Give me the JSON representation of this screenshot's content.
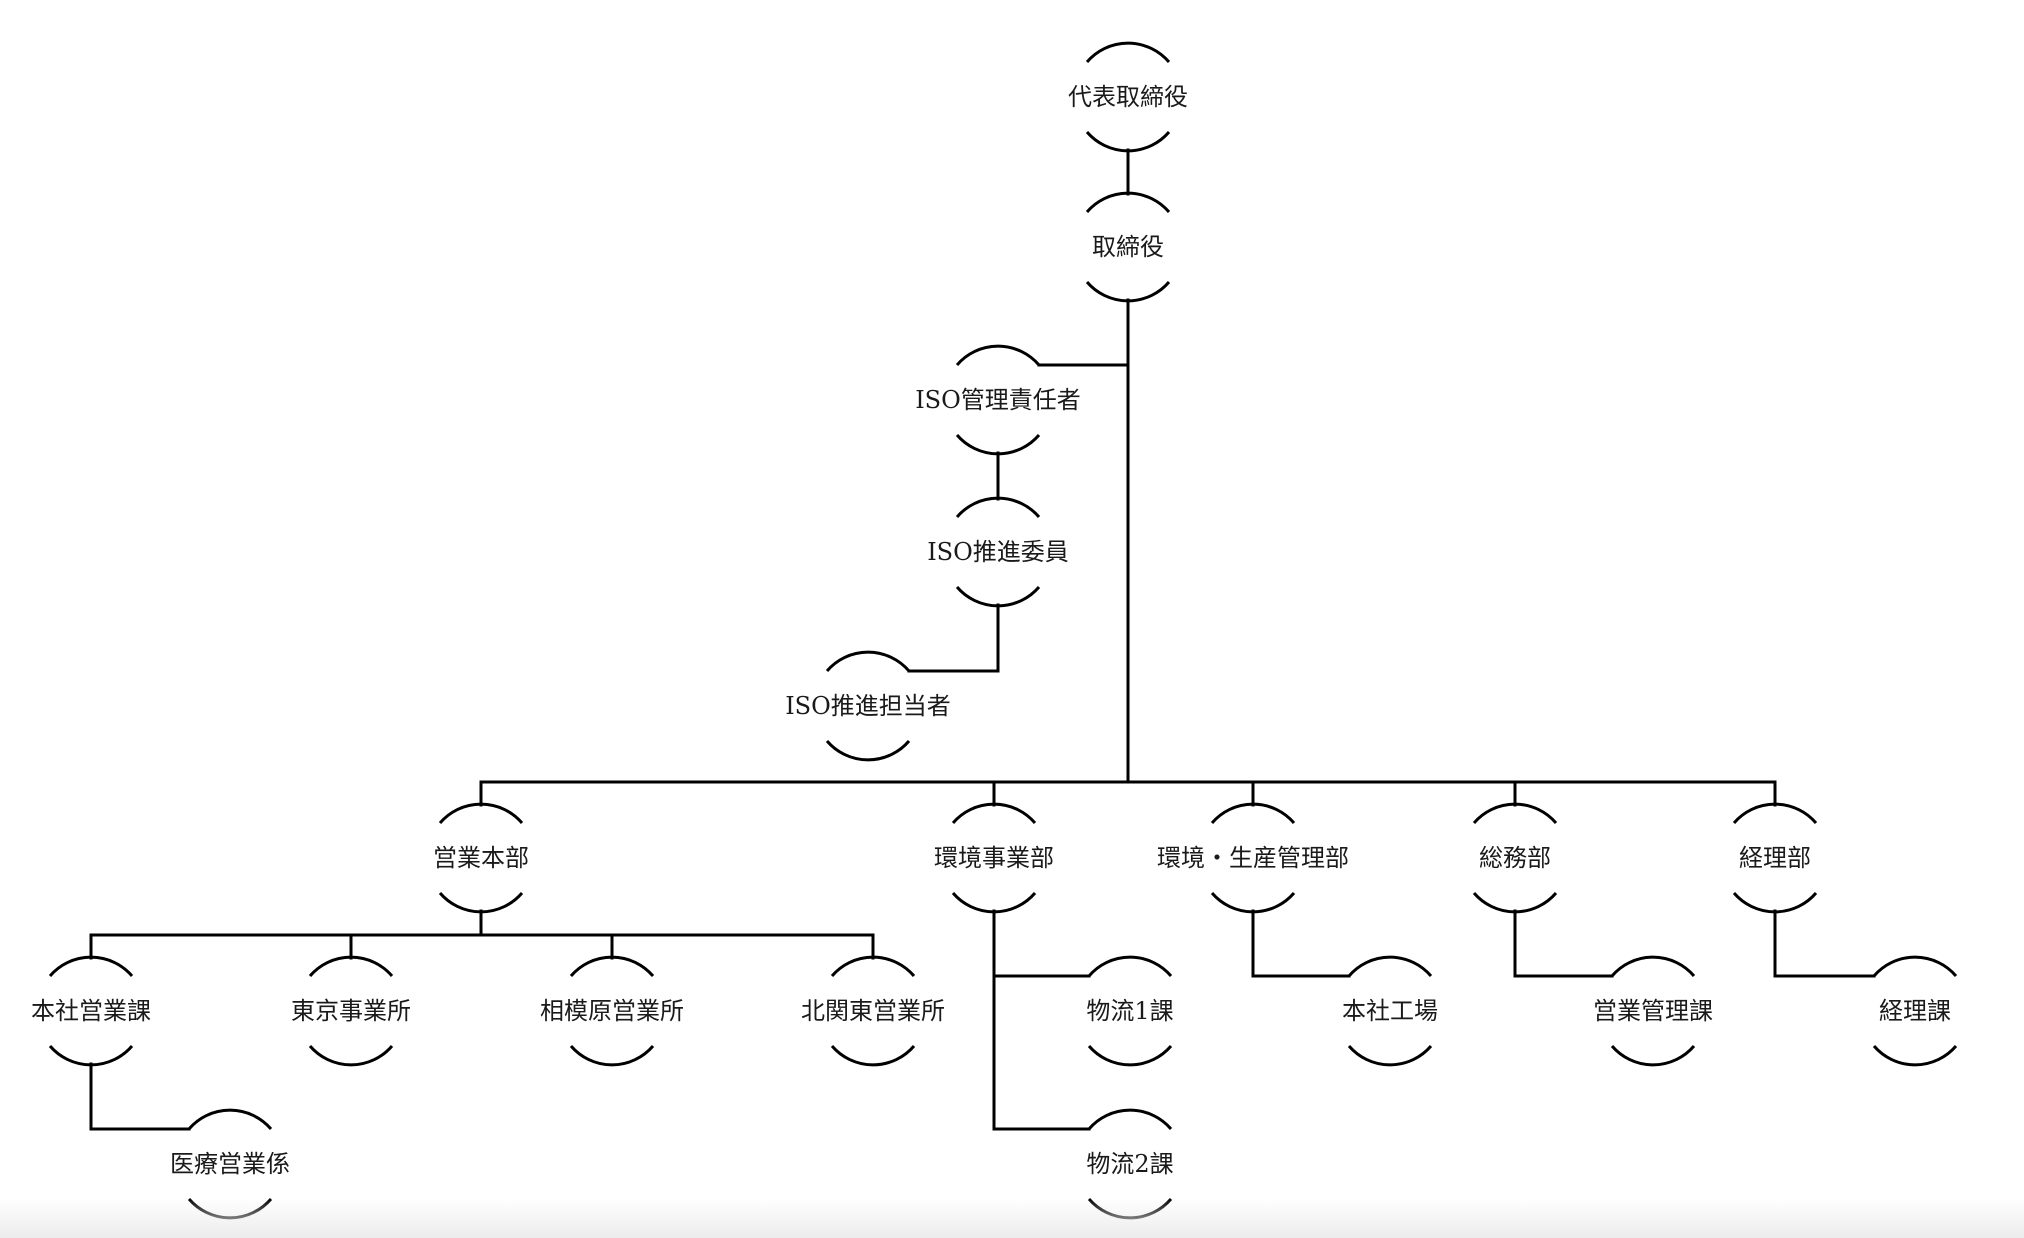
{
  "diagram": {
    "type": "org-chart",
    "line_color": "#000000",
    "text_color": "#1a1a1a",
    "nodes": [
      {
        "id": "ceo",
        "label": "代表取締役",
        "parent": null
      },
      {
        "id": "director",
        "label": "取締役",
        "parent": "ceo"
      },
      {
        "id": "iso_manager",
        "label": "ISO管理責任者",
        "parent": "director"
      },
      {
        "id": "iso_committee",
        "label": "ISO推進委員",
        "parent": "iso_manager"
      },
      {
        "id": "iso_staff",
        "label": "ISO推進担当者",
        "parent": "iso_committee"
      },
      {
        "id": "sales_hq",
        "label": "営業本部",
        "parent": "director"
      },
      {
        "id": "env_business",
        "label": "環境事業部",
        "parent": "director"
      },
      {
        "id": "env_production",
        "label": "環境・生産管理部",
        "parent": "director"
      },
      {
        "id": "general_affairs",
        "label": "総務部",
        "parent": "director"
      },
      {
        "id": "accounting",
        "label": "経理部",
        "parent": "director"
      },
      {
        "id": "hq_sales_section",
        "label": "本社営業課",
        "parent": "sales_hq"
      },
      {
        "id": "tokyo_office",
        "label": "東京事業所",
        "parent": "sales_hq"
      },
      {
        "id": "sagamihara_office",
        "label": "相模原営業所",
        "parent": "sales_hq"
      },
      {
        "id": "kitakanto_office",
        "label": "北関東営業所",
        "parent": "sales_hq"
      },
      {
        "id": "medical_sales",
        "label": "医療営業係",
        "parent": "hq_sales_section"
      },
      {
        "id": "logistics_1",
        "label": "物流1課",
        "parent": "env_business"
      },
      {
        "id": "logistics_2",
        "label": "物流2課",
        "parent": "env_business"
      },
      {
        "id": "hq_factory",
        "label": "本社工場",
        "parent": "env_production"
      },
      {
        "id": "sales_admin",
        "label": "営業管理課",
        "parent": "general_affairs"
      },
      {
        "id": "accounting_section",
        "label": "経理課",
        "parent": "accounting"
      }
    ]
  }
}
